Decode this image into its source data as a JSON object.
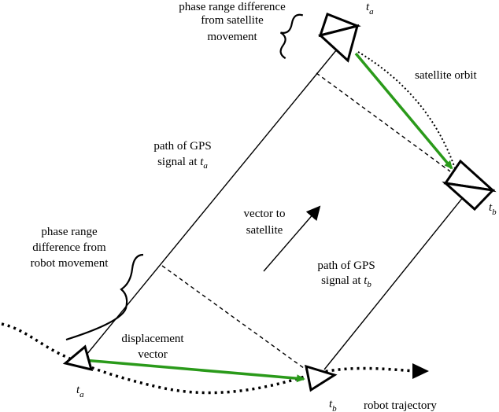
{
  "labels": {
    "sat_phase_diff": [
      "phase range difference",
      "from satellite",
      "movement"
    ],
    "satellite_orbit": "satellite orbit",
    "path_a": [
      "path of GPS",
      "signal at "
    ],
    "path_b": [
      "path of GPS",
      "signal at "
    ],
    "vector_to_satellite": [
      "vector to",
      "satellite"
    ],
    "robot_phase_diff": [
      "phase range",
      "difference from",
      "robot movement"
    ],
    "displacement_vector": [
      "displacement",
      "vector"
    ],
    "robot_trajectory": "robot trajectory",
    "time_var": "t",
    "sub_a": "a",
    "sub_b": "b"
  },
  "colors": {
    "displacement": "#2a9a1a",
    "satellite_motion": "#2a9a1a",
    "ink": "#000000"
  },
  "icons": {
    "satellite_marker": "hourglass-icon",
    "robot_marker": "triangle-icon"
  }
}
